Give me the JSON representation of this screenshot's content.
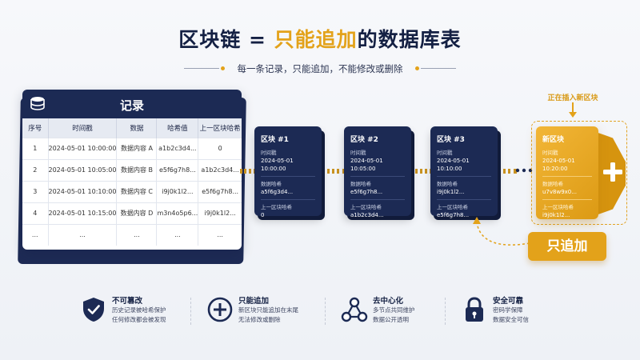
{
  "header": {
    "title_part1": "区块链 = ",
    "title_accent": "只能追加",
    "title_part2": "的数据库表",
    "subtitle": "每一条记录，只能追加，不能修改或删除"
  },
  "ledger": {
    "title": "记录",
    "columns": [
      "序号",
      "时间戳",
      "数据",
      "哈希值",
      "上一区块哈希"
    ],
    "rows": [
      [
        "1",
        "2024-05-01 10:00:00",
        "数据内容 A",
        "a1b2c3d4...",
        "0"
      ],
      [
        "2",
        "2024-05-01 10:05:00",
        "数据内容 B",
        "e5f6g7h8...",
        "a1b2c3d4..."
      ],
      [
        "3",
        "2024-05-01 10:10:00",
        "数据内容 C",
        "i9j0k1l2...",
        "e5f6g7h8..."
      ],
      [
        "4",
        "2024-05-01 10:15:00",
        "数据内容 D",
        "m3n4o5p6...",
        "i9j0k1l2..."
      ],
      [
        "...",
        "...",
        "...",
        "...",
        "..."
      ]
    ]
  },
  "blocks": [
    {
      "name": "区块 #1",
      "time_label": "时间戳",
      "time": "2024-05-01 10:00:00",
      "hash_label": "数据哈希",
      "hash": "a5f6g3d4...",
      "prev_label": "上一区块哈希",
      "prev": "0"
    },
    {
      "name": "区块 #2",
      "time_label": "时间戳",
      "time": "2024-05-01 10:05:00",
      "hash_label": "数据哈希",
      "hash": "e5f6g7h8...",
      "prev_label": "上一区块哈希",
      "prev": "a1b2c3d4..."
    },
    {
      "name": "区块 #3",
      "time_label": "时间戳",
      "time": "2024-05-01 10:10:00",
      "hash_label": "数据哈希",
      "hash": "i9j0k1l2...",
      "prev_label": "上一区块哈希",
      "prev": "e5f6g7h8..."
    }
  ],
  "new_block": {
    "label": "正在插入新区块",
    "name": "新区块",
    "time_label": "时间戳",
    "time": "2024-05-01 10:20:00",
    "hash_label": "数据哈希",
    "hash": "u7v8w9x0...",
    "prev_label": "上一区块哈希",
    "prev": "i9j0k1l2...",
    "append_badge": "只追加"
  },
  "features": [
    {
      "icon": "shield-check-icon",
      "title": "不可篡改",
      "line1": "历史记录被哈希保护",
      "line2": "任何修改都会被发现"
    },
    {
      "icon": "plus-circle-icon",
      "title": "只能追加",
      "line1": "新区块只能追加在末尾",
      "line2": "无法修改或删除"
    },
    {
      "icon": "network-icon",
      "title": "去中心化",
      "line1": "多节点共同维护",
      "line2": "数据公开透明"
    },
    {
      "icon": "lock-icon",
      "title": "安全可靠",
      "line1": "密码学保障",
      "line2": "数据安全可信"
    }
  ],
  "colors": {
    "navy": "#1c2a54",
    "gold": "#e3a21a"
  }
}
